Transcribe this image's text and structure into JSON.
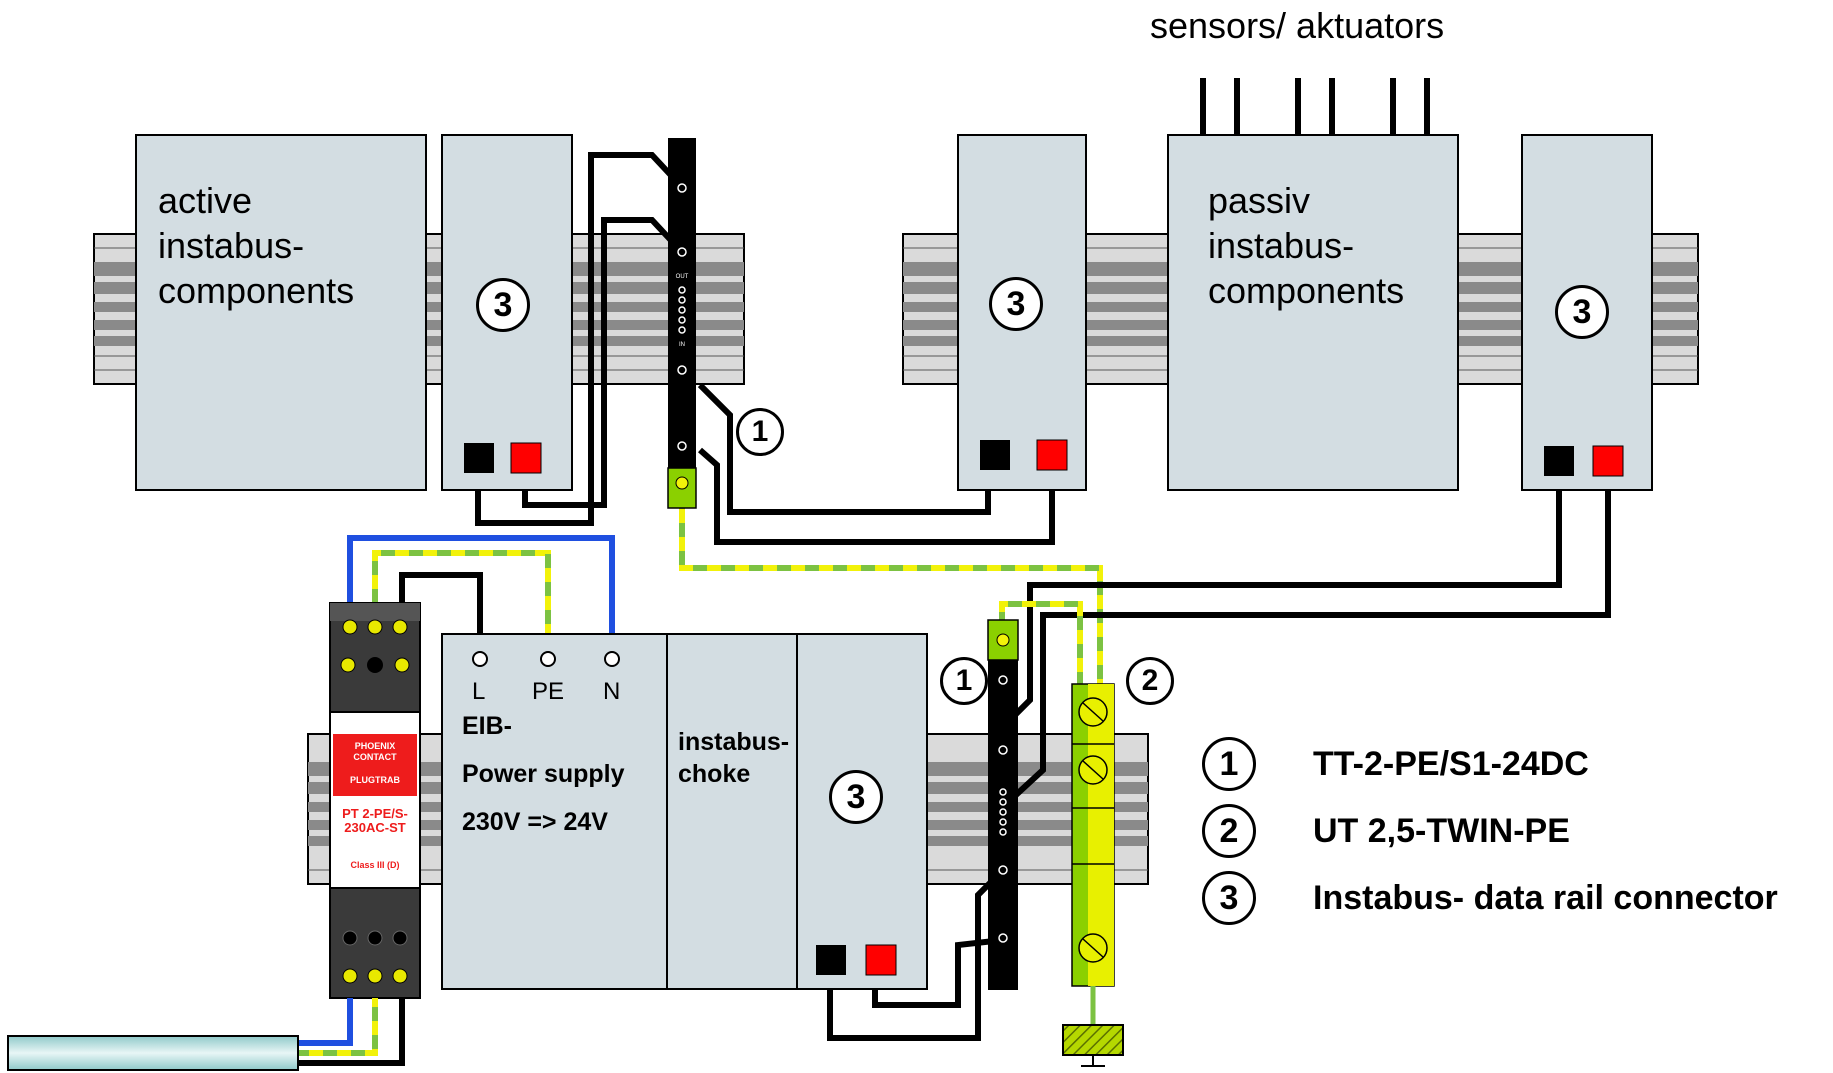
{
  "top_label": "sensors/ aktuators",
  "active_block": [
    "active",
    "instabus-",
    "components"
  ],
  "passive_block": [
    "passiv",
    "instabus-",
    "components"
  ],
  "connector_marker": "3",
  "tt_marker": "1",
  "ut_marker": "2",
  "power_supply": {
    "terminals": [
      "L",
      "PE",
      "N"
    ],
    "line1": "EIB-",
    "line2": "Power supply",
    "line3": "230V => 24V"
  },
  "choke": [
    "instabus-",
    "choke"
  ],
  "surge_module": {
    "brand1": "PHOENIX",
    "brand2": "CONTACT",
    "brand3": "PLUGTRAB",
    "model1": "PT 2-PE/S-",
    "model2": "230AC-ST",
    "class": "Class III (D)"
  },
  "tt_labels": {
    "out": "OUT",
    "in": "IN"
  },
  "legend": [
    {
      "marker": "1",
      "text": "TT-2-PE/S1-24DC"
    },
    {
      "marker": "2",
      "text": "UT 2,5-TWIN-PE"
    },
    {
      "marker": "3",
      "text": "Instabus- data rail connector"
    }
  ],
  "colors": {
    "panel": "#d3dde2",
    "wire_black": "#000000",
    "wire_blue": "#1f4fe0",
    "wire_green": "#7cc242",
    "wire_yellow": "#f2f20a",
    "terminal_red": "#ff0000",
    "pe_terminal": "#9ce000"
  }
}
